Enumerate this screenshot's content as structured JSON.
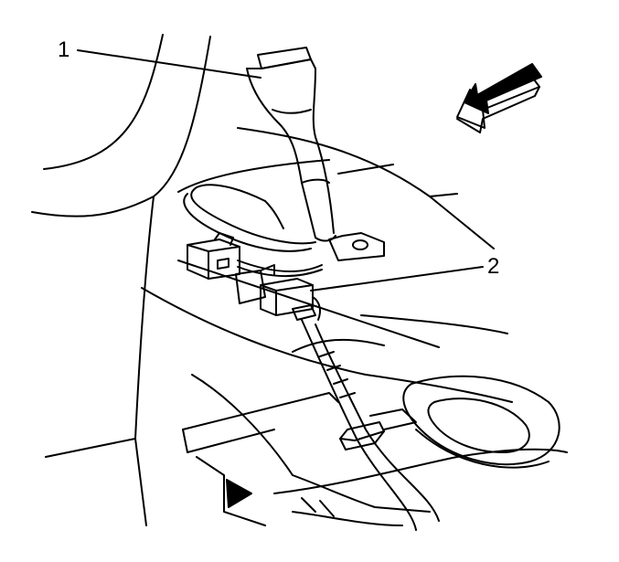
{
  "callouts": [
    {
      "id": "1",
      "label": "1"
    },
    {
      "id": "2",
      "label": "2"
    }
  ],
  "icons": {
    "direction_arrow": "arrow-left-up-icon"
  },
  "colors": {
    "line": "#000000",
    "background": "#ffffff",
    "arrow_fill": "#000000"
  }
}
